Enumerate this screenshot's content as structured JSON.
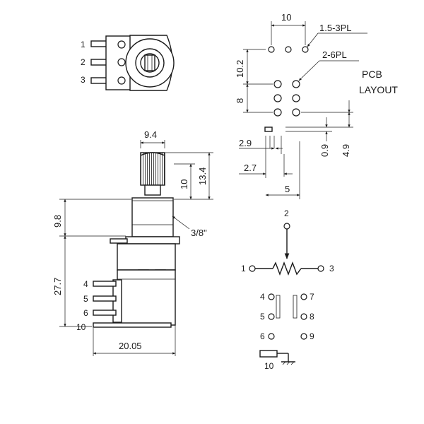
{
  "top_view": {
    "pins": [
      "1",
      "2",
      "3"
    ]
  },
  "side_view": {
    "dims": {
      "shaft_width": "9.4",
      "knurl_height": "10",
      "shaft_height": "13.4",
      "bushing_height": "9.8",
      "body_height": "27.7",
      "thread": "3/8\"",
      "body_width": "20.05"
    },
    "pins": [
      "4",
      "5",
      "6",
      "10"
    ]
  },
  "pcb_layout": {
    "title_line1": "PCB",
    "title_line2": "LAYOUT",
    "dims": {
      "pitch_top": "10",
      "hole_small": "1.5-3PL",
      "hole_large": "2-6PL",
      "row_gap": "10.2",
      "row_pitch": "8",
      "slot_offset": "0.9",
      "slot_gap": "4.9",
      "slot_w1": "2.9",
      "slot_w2": "2.7",
      "slot_pitch": "5"
    }
  },
  "schematic": {
    "pot_pins": [
      "1",
      "2",
      "3"
    ],
    "switch_pins": [
      "4",
      "5",
      "6",
      "7",
      "8",
      "9"
    ],
    "ground_pin": "10"
  }
}
